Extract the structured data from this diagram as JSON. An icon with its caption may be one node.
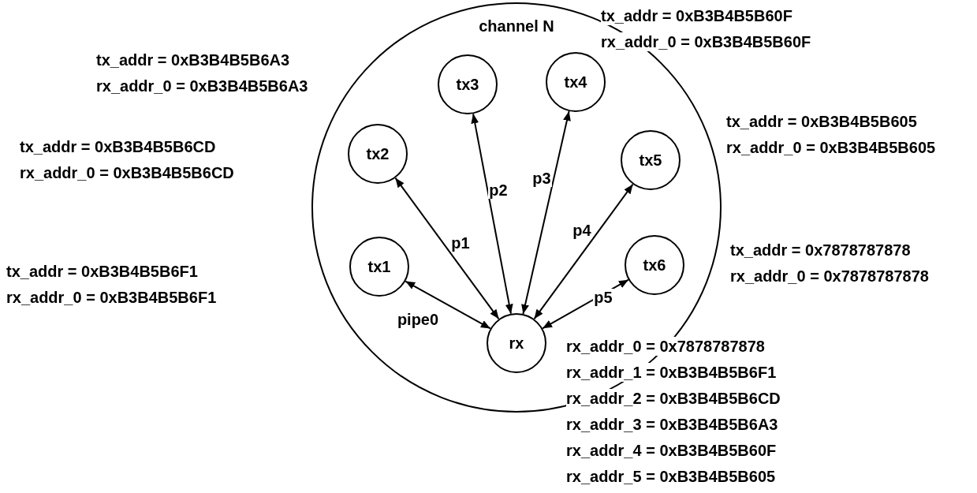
{
  "diagram": {
    "nodes": [
      {
        "text": [
          "channel N"
        ]
      },
      {
        "text": [
          "tx3"
        ],
        "in": 0,
        "beside": [
          "tx_addr = 0xB3B4B5B6A3",
          "rx_addr_0 = 0xB3B4B5B6A3"
        ]
      },
      {
        "text": [
          "tx4"
        ],
        "in": 0,
        "beside": [
          "tx_addr = 0xB3B4B5B60F",
          "rx_addr_0 = 0xB3B4B5B60F"
        ]
      },
      {
        "text": [
          "tx2"
        ],
        "in": 0,
        "beside": [
          "tx_addr = 0xB3B4B5B6CD",
          "rx_addr_0 = 0xB3B4B5B6CD"
        ]
      },
      {
        "text": [
          "tx5"
        ],
        "in": 0,
        "beside": [
          "tx_addr = 0xB3B4B5B605",
          "rx_addr_0 = 0xB3B4B5B605"
        ]
      },
      {
        "text": [
          "tx1"
        ],
        "in": 0,
        "beside": [
          "tx_addr = 0xB3B4B5B6F1",
          "rx_addr_0 = 0xB3B4B5B6F1"
        ]
      },
      {
        "text": [
          "tx6"
        ],
        "in": 0,
        "beside": [
          "tx_addr = 0x7878787878",
          "rx_addr_0 = 0x7878787878"
        ]
      },
      {
        "text": [
          "rx"
        ],
        "in": 0,
        "beside": [
          "rx_addr_0 = 0x7878787878",
          "rx_addr_1 = 0xB3B4B5B6F1",
          "rx_addr_2 = 0xB3B4B5B6CD",
          "rx_addr_3 = 0xB3B4B5B6A3",
          "rx_addr_4 = 0xB3B4B5B60F",
          "rx_addr_5 = 0xB3B4B5B605"
        ]
      }
    ],
    "edges": [
      {
        "from": 7,
        "to": 5,
        "arrow": "both",
        "label": "pipe0"
      },
      {
        "from": 7,
        "to": 3,
        "arrow": "both",
        "label": "p1"
      },
      {
        "from": 7,
        "to": 1,
        "arrow": "both",
        "label": "p2"
      },
      {
        "from": 7,
        "to": 2,
        "arrow": "both",
        "label": "p3"
      },
      {
        "from": 7,
        "to": 4,
        "arrow": "both",
        "label": "p4"
      },
      {
        "from": 7,
        "to": 6,
        "arrow": "both",
        "label": "p5"
      }
    ]
  }
}
